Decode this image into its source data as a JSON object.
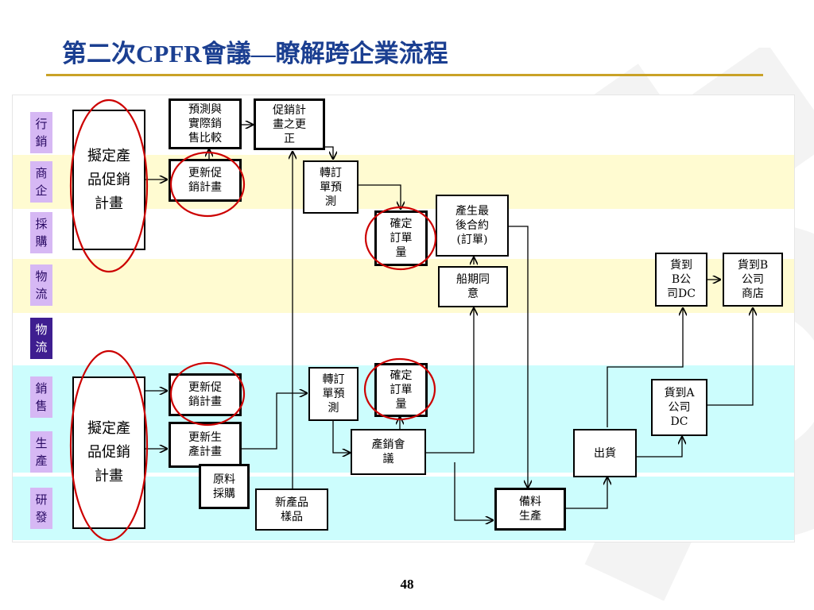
{
  "slide": {
    "title": "第二次CPFR會議—瞭解跨企業流程",
    "page_number": "48"
  },
  "colors": {
    "title": "#1b3f91",
    "rule": "#c9a227",
    "yellow_band": "#fffbd1",
    "cyan_band": "#ccfdfd",
    "label_light": "#d6b8f4",
    "label_dark": "#3e1e90",
    "highlight_ellipse": "#cc0000"
  },
  "lanes": {
    "marketing": "行\n銷",
    "merchant": "商\n企",
    "purchasing": "採\n購",
    "logistics_top": "物\n流",
    "logistics_bottom": "物\n流",
    "sales": "銷\n售",
    "production": "生\n產",
    "rnd": "研\n發"
  },
  "boxes": {
    "plan_promo_top": "擬定產\n品促銷\n計畫",
    "forecast_vs_actual": "預測與\n實際銷\n售比較",
    "promo_plan_change": "促銷計\n畫之更\n正",
    "update_promo_top": "更新促\n銷計畫",
    "convert_forecast_top": "轉訂\n單預\n測",
    "confirm_order_top": "確定\n訂單\n量",
    "final_contract": "產生最\n後合約\n(訂單)",
    "ship_date_agree": "船期同\n意",
    "arrive_b_dc": "貨到\nB公\n司DC",
    "arrive_b_store": "貨到B\n公司\n商店",
    "plan_promo_bottom": "擬定產\n品促銷\n計畫",
    "update_promo_bottom": "更新促\n銷計畫",
    "update_production": "更新生\n產計畫",
    "raw_material": "原料\n採購",
    "new_product_sample": "新產品\n樣品",
    "convert_forecast_bottom": "轉訂\n單預\n測",
    "confirm_order_bottom": "確定\n訂單\n量",
    "sales_production_meeting": "產銷會\n議",
    "prepare_produce": "備料\n生產",
    "ship": "出貨",
    "arrive_a_dc": "貨到A\n公司\nDC"
  },
  "highlights": [
    "plan_promo_top",
    "update_promo_top",
    "confirm_order_top",
    "plan_promo_bottom",
    "update_promo_bottom",
    "confirm_order_bottom"
  ]
}
